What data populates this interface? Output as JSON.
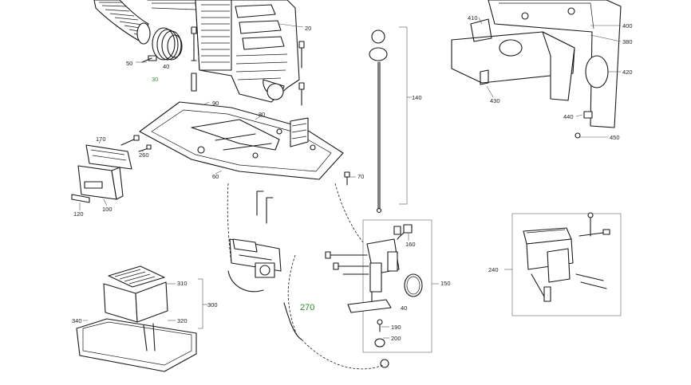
{
  "labels": {
    "l20": "20",
    "l30": "30",
    "l40a": "40",
    "l50": "50",
    "l60": "60",
    "l70": "70",
    "l80": "80",
    "l90": "90",
    "l100": "100",
    "l120": "120",
    "l140": "140",
    "l150": "150",
    "l160": "160",
    "l170": "170",
    "l190": "190",
    "l200": "200",
    "l240": "240",
    "l260": "260",
    "l270": "270",
    "l300": "300",
    "l310": "310",
    "l320": "320",
    "l340": "340",
    "l380": "380",
    "l400": "400",
    "l40b": "40",
    "l410": "410",
    "l420": "420",
    "l430": "430",
    "l440": "440",
    "l450": "450"
  },
  "colors": {
    "line": "#1a1a1a",
    "highlight_label": "#2c8a2c",
    "label": "#222222"
  }
}
